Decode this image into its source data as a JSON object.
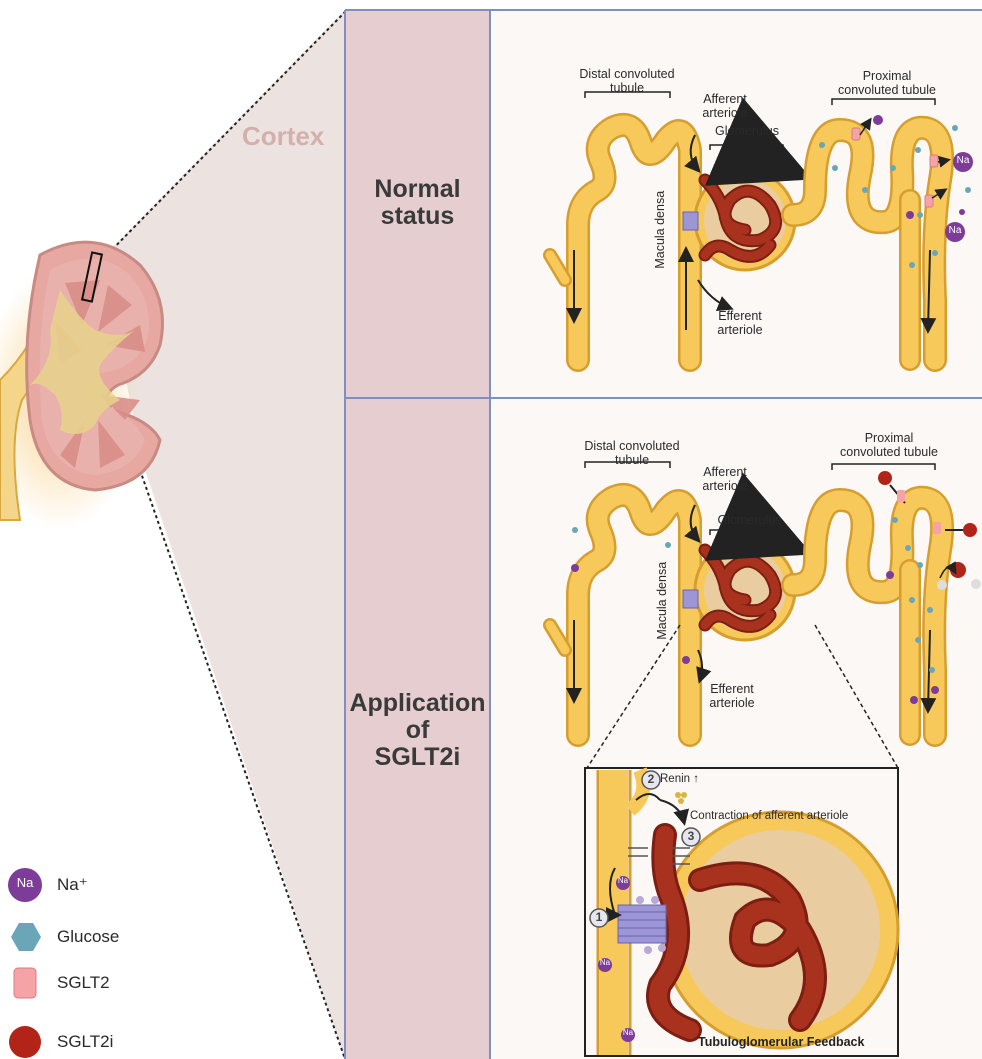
{
  "cortex_label": "Cortex",
  "rows": {
    "normal": {
      "title_line1": "Normal",
      "title_line2": "status"
    },
    "sglt2i": {
      "title_line1": "Application",
      "title_line2": "of",
      "title_line3": "SGLT2i"
    }
  },
  "labels": {
    "distal_line1": "Distal convoluted",
    "distal_line2": "tubule",
    "proximal_line1": "Proximal",
    "proximal_line2": "convoluted tubule",
    "afferent_line1": "Afferent",
    "afferent_line2": "arteriole",
    "glomerulus": "Glomerulus",
    "efferent_line1": "Efferent",
    "efferent_line2": "arteriole",
    "macula_densa": "Macula densa",
    "na": "Na"
  },
  "inset": {
    "step1": "1",
    "step2": "2",
    "step3": "3",
    "renin": "Renin ↑",
    "contraction": "Contraction of afferent arteriole",
    "caption": "Tubuloglomerular Feedback"
  },
  "legend": {
    "na_text": "Na⁺",
    "glucose": "Glucose",
    "sglt2": "SGLT2",
    "sglt2i": "SGLT2i",
    "na_icon": "Na"
  },
  "colors": {
    "panel_left": "#e5cdd0",
    "panel_right": "#fcf8f6",
    "border": "#7f8fbf",
    "tubule": "#f6c95a",
    "tubule_outline": "#d69e2e",
    "arteriole": "#a9321f",
    "sodium": "#7d3c98",
    "glucose": "#6aa5b8",
    "sglt2": "#f5a3a6",
    "sglt2i": "#b22418"
  }
}
